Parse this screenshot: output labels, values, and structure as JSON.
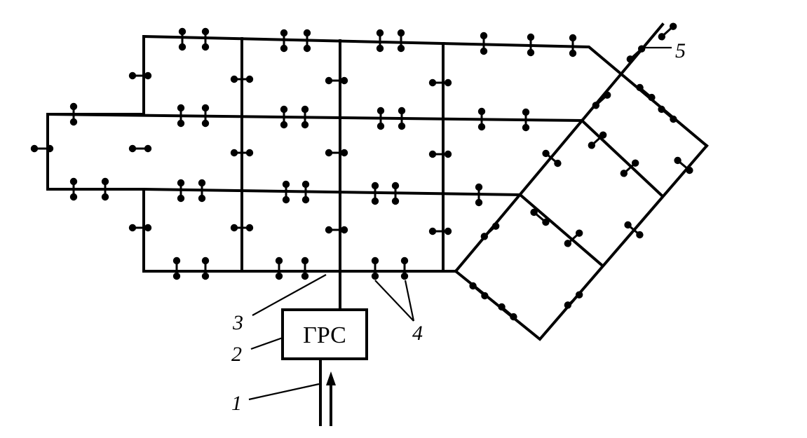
{
  "station": {
    "label": "ГРС"
  },
  "callouts": [
    {
      "id": "inlet-pipe",
      "text": "1"
    },
    {
      "id": "station",
      "text": "2"
    },
    {
      "id": "ring-main",
      "text": "3"
    },
    {
      "id": "service-taps",
      "text": "4"
    },
    {
      "id": "dead-end-branch",
      "text": "5"
    }
  ]
}
